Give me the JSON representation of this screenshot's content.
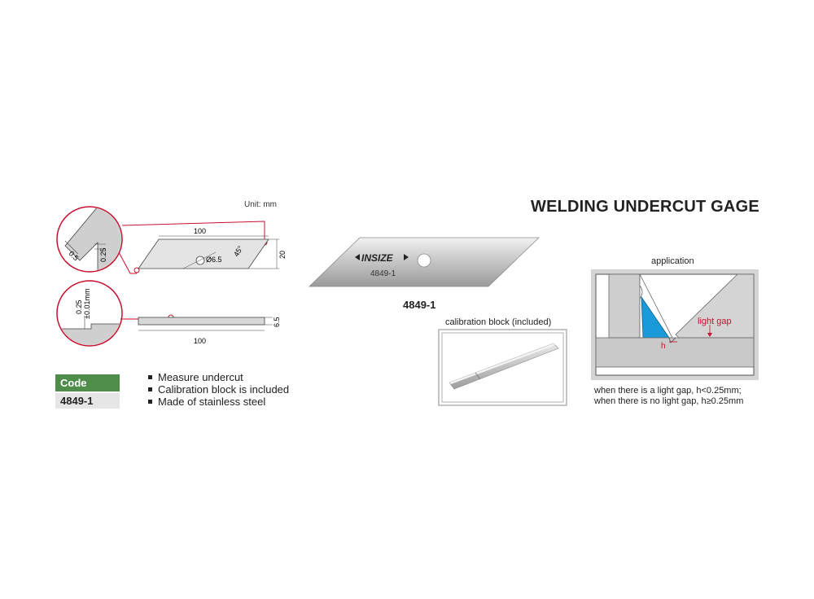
{
  "product": {
    "title": "WELDING UNDERCUT GAGE",
    "unit_note": "Unit: mm",
    "model_label": "4849-1"
  },
  "drawing": {
    "length_top": "100",
    "width": "20",
    "hole": "Ø6.5",
    "angle": "45°",
    "detail_a_1": "0.5",
    "detail_a_2": "0.25",
    "detail_b": "0.25",
    "detail_b_tol": "±0.01mm",
    "thickness": "6.5",
    "length_side": "100"
  },
  "code_table": {
    "header": "Code",
    "value": "4849-1"
  },
  "features": [
    "Measure undercut",
    "Calibration block is included",
    "Made of stainless steel"
  ],
  "blade": {
    "brand": "INSIZE",
    "model": "4849-1"
  },
  "calibration": {
    "label": "calibration block (included)"
  },
  "application": {
    "label": "application",
    "light_gap": "light gap",
    "h": "h",
    "note_1": "when there is a light gap, h<0.25mm;",
    "note_2": "when there is no light gap, h≥0.25mm"
  },
  "colors": {
    "code_header": "#4f8d4a",
    "dimension_red": "#c8102e",
    "weld_blue": "#1a9ad8"
  }
}
